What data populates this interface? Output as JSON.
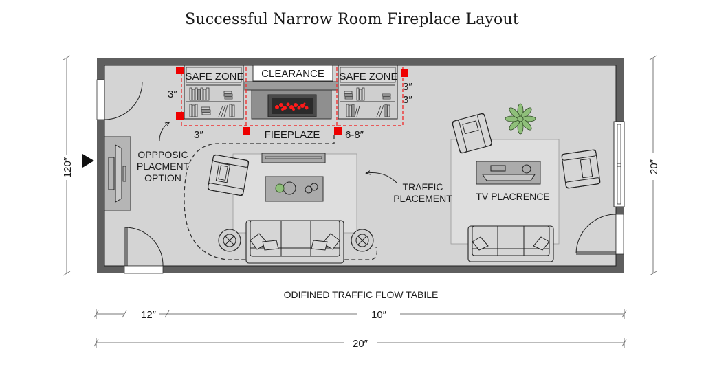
{
  "title": "Successful Narrow Room Fireplace Layout",
  "colors": {
    "wall": "#5f5f5f",
    "floor": "#d4d4d4",
    "rug": "#dfdfdf",
    "accent_red": "#e00000",
    "plant_green": "#8fbf7a",
    "ink": "#1a1a1a"
  },
  "fireplace_wall": {
    "left_shelf_label": "SAFE ZONE",
    "clearance_label": "CLEARANCE",
    "right_shelf_label": "SAFE ZONE",
    "fireplace_label": "FIEEPLAZE",
    "dim_left_vertical": "3″",
    "dim_left_bottom": "3″",
    "dim_right_top": "3″",
    "dim_right_bottom": "3″",
    "dim_hearth": "6-8″"
  },
  "annotations": {
    "opposite_placement": [
      "OPPPOSIC",
      "PLACMENT",
      "OPTION"
    ],
    "traffic_placement": [
      "TRAFFIC",
      "PLACEMENT"
    ],
    "tv_placement": "TV PLACRENCE"
  },
  "dimensions": {
    "left_height": "120″",
    "right_height": "20″",
    "table_title": "ODIFINED TRAFFIC FLOW TABILE",
    "bottom_segment_1": "12″",
    "bottom_segment_2": "10″",
    "bottom_total": "20″"
  }
}
